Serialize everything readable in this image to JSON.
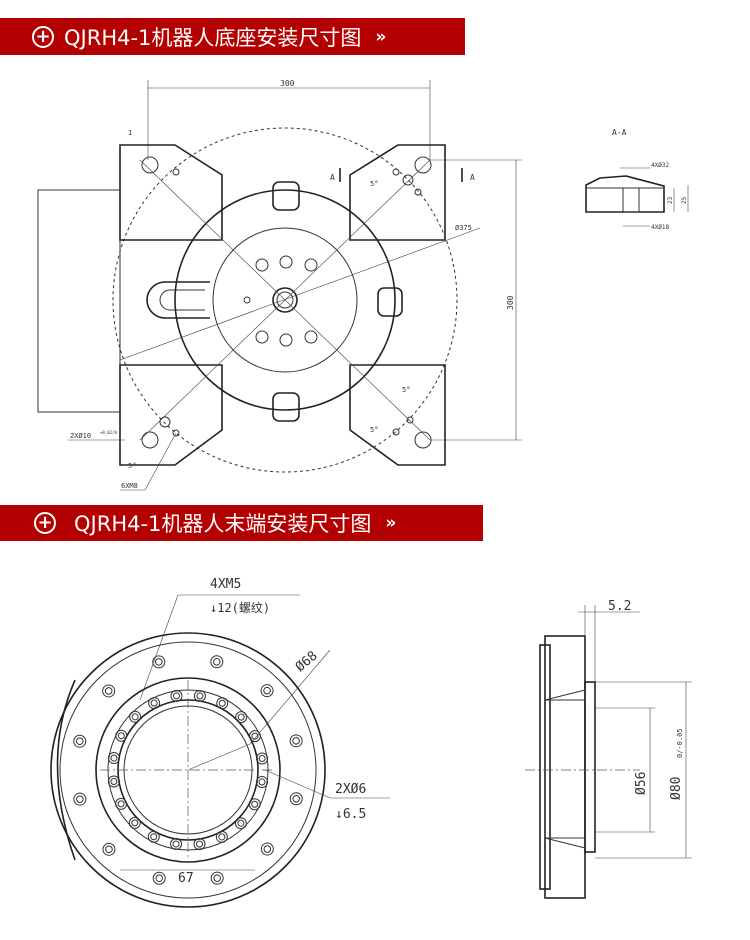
{
  "sections": [
    {
      "title": "QJRH4-1机器人底座安装尺寸图",
      "plus_icon": "+",
      "chevron": "»"
    },
    {
      "title": "QJRH4-1机器人末端安装尺寸图",
      "plus_icon": "+",
      "chevron": "»"
    }
  ],
  "base_drawing": {
    "dim_width": "300",
    "dim_height": "300",
    "section_mark": "A",
    "angle": "5°",
    "diameter": "Ø375",
    "hole_label": "2XØ10",
    "hole_tol": "+0.02/0",
    "thread_label": "6XM8",
    "detail_index": "1"
  },
  "section_view": {
    "title": "A-A",
    "counterbore": "4XØ32",
    "through_hole": "4XØ18",
    "depth1": "23",
    "depth2": "25"
  },
  "end_drawing": {
    "thread": "4XM5",
    "thread_depth": "↓12(螺纹)",
    "diameter": "Ø68",
    "pin": "2XØ6",
    "pin_depth": "↓6.5",
    "width": "67",
    "flange_thk": "5.2",
    "inner_dia": "Ø56",
    "outer_dia": "Ø80",
    "outer_tol": "0/-0.05"
  }
}
